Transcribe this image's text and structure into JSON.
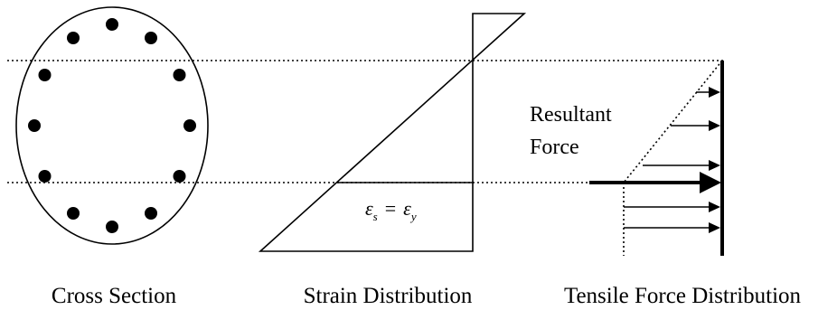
{
  "captions": {
    "cross_section": "Cross Section",
    "strain_distribution": "Strain Distribution",
    "tensile_force_distribution": "Tensile Force Distribution"
  },
  "labels": {
    "resultant_line1": "Resultant",
    "resultant_line2": "Force"
  },
  "equation": {
    "lhs_symbol": "ε",
    "lhs_subscript": "s",
    "operator": "=",
    "rhs_symbol": "ε",
    "rhs_subscript": "y"
  },
  "colors": {
    "ink": "#000000",
    "background": "#ffffff"
  },
  "cross_section": {
    "rebar_count": 12
  }
}
